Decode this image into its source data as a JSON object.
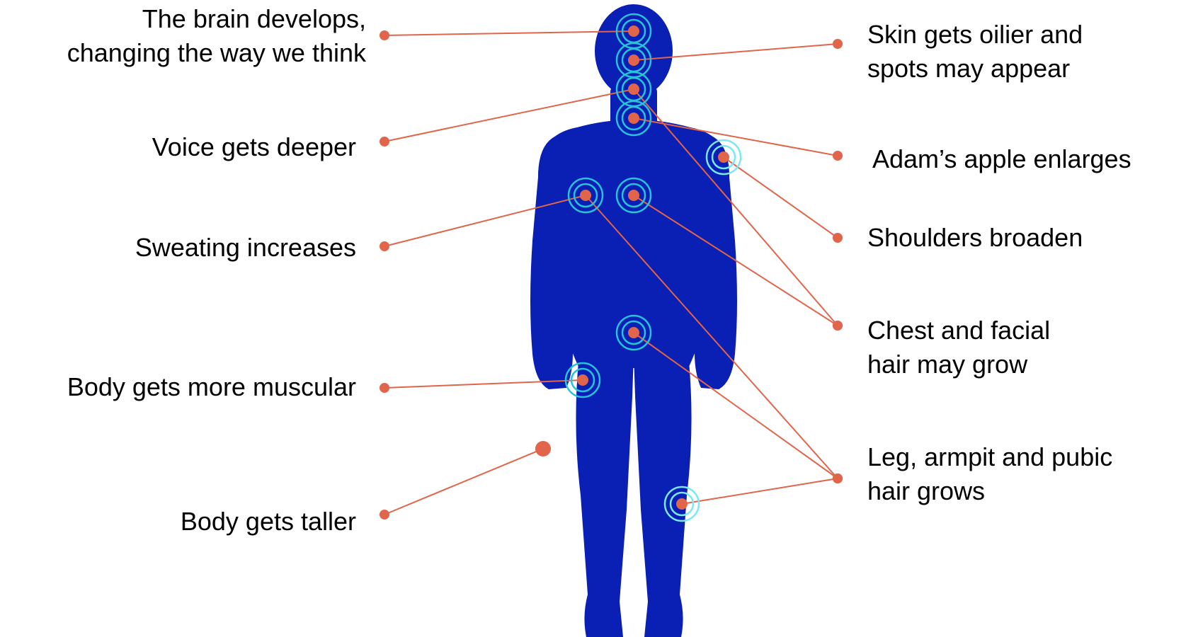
{
  "labels": {
    "brain": "The brain develops,\nchanging the way we think",
    "voice": "Voice gets deeper",
    "sweat": "Sweating increases",
    "muscle": "Body gets more muscular",
    "taller": "Body gets taller",
    "skin": "Skin gets oilier and\nspots may appear",
    "adam": "Adam’s apple enlarges",
    "shoulders": "Shoulders broaden",
    "chest_hair": "Chest and facial\nhair may grow",
    "leg_hair": "Leg, armpit and pubic\nhair grows"
  },
  "colors": {
    "body": "#0A1FB3",
    "connector": "#E0654A",
    "ring_body": "#27C3D8",
    "ring_shoulder": "#7BE8F5",
    "text": "#000000",
    "background": "#FFFFFF"
  }
}
